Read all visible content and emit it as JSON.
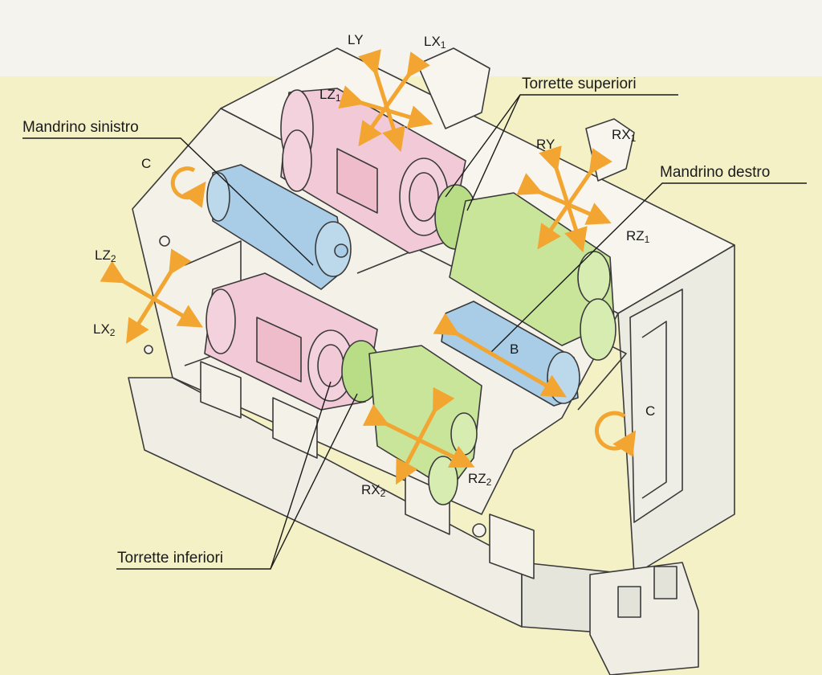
{
  "colors": {
    "background_top": "#f4f3ee",
    "background_bottom": "#f5f1c6",
    "machine_body": "#f4f2ea",
    "outline": "#3a3a3a",
    "turret_upper": "#f2c9d6",
    "turret_lower": "#f2c9d6",
    "spindle_left": "#a9cde6",
    "spindle_right_unit": "#a9cde6",
    "right_turret": "#c8e59a",
    "axis_arrow": "#f2a531"
  },
  "callouts": {
    "upper_turrets": "Torrette superiori",
    "left_spindle": "Mandrino sinistro",
    "right_spindle": "Mandrino destro",
    "lower_turrets": "Torrette inferiori"
  },
  "axes": {
    "ly": "LY",
    "lx1_main": "LX",
    "lx1_sub": "1",
    "lz1_main": "LZ",
    "lz1_sub": "1",
    "rx1_main": "RX",
    "rx1_sub": "1",
    "ry": "RY",
    "rz1_main": "RZ",
    "rz1_sub": "1",
    "c_left": "C",
    "c_right": "C",
    "lz2_main": "LZ",
    "lz2_sub": "2",
    "lx2_main": "LX",
    "lx2_sub": "2",
    "b": "B",
    "rx2_main": "RX",
    "rx2_sub": "2",
    "rz2_main": "RZ",
    "rz2_sub": "2"
  }
}
